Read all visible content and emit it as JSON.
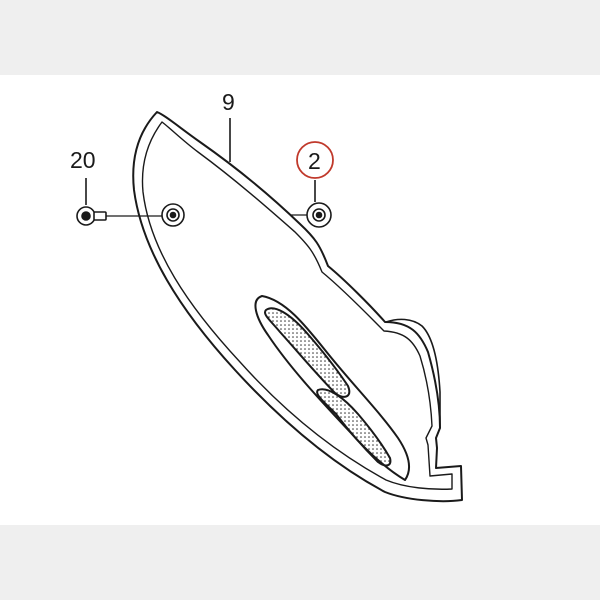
{
  "diagram": {
    "callouts": [
      {
        "id": "part-9",
        "label": "9",
        "highlighted": false
      },
      {
        "id": "part-20",
        "label": "20",
        "highlighted": false
      },
      {
        "id": "part-2",
        "label": "2",
        "highlighted": true
      }
    ],
    "colors": {
      "background": "#efefef",
      "panel": "#ffffff",
      "line": "#1a1a1a",
      "highlight_circle": "#c0392b"
    }
  }
}
